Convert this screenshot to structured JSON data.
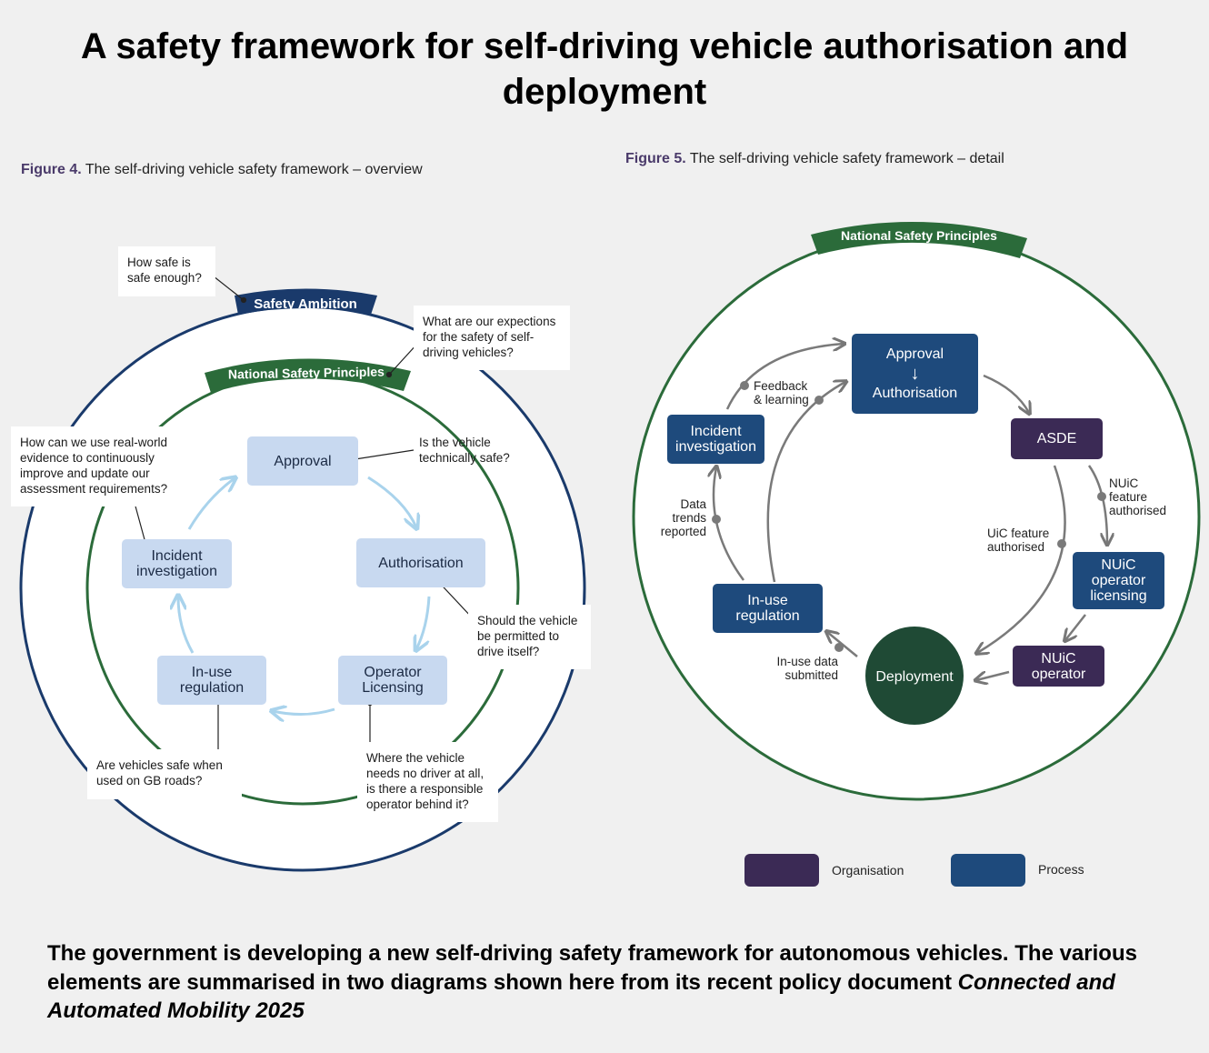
{
  "title": "A safety framework for self-driving vehicle authorisation and deployment",
  "figure4": {
    "caption_num": "Figure 4.",
    "caption_text": " The self-driving vehicle safety framework – overview",
    "ambition_label": "Safety Ambition",
    "principles_label": "National Safety Principles",
    "boxes": {
      "approval": "Approval",
      "authorisation": "Authorisation",
      "operator": "Operator\nLicensing",
      "inuse": "In-use\nregulation",
      "incident": "Incident\ninvestigation"
    },
    "notes": {
      "how_safe": "How safe is\nsafe enough?",
      "expectations": "What are our expections\nfor the safety of self-\ndriving vehicles?",
      "real_world": "How can we use real-world\nevidence to continuously\nimprove and update our\nassessment requirements?",
      "technically": "Is the vehicle\ntechnically safe?",
      "permitted": "Should the vehicle\nbe permitted to\ndrive itself?",
      "responsible": "Where the vehicle\nneeds no driver at all,\nis there a responsible\noperator behind it?",
      "gb_roads": "Are vehicles safe when\nused on GB roads?"
    }
  },
  "figure5": {
    "caption_num": "Figure 5.",
    "caption_text": " The self-driving vehicle safety framework – detail",
    "principles_label": "National Safety Principles",
    "approval": "Approval",
    "approval_arrow": "↓",
    "authorisation": "Authorisation",
    "asde": "ASDE",
    "nuic_licensing": "NUiC\noperator\nlicensing",
    "nuic_operator": "NUiC\noperator",
    "deployment": "Deployment",
    "inuse": "In-use\nregulation",
    "incident": "Incident\ninvestigation",
    "labels": {
      "feedback": "Feedback\n& learning",
      "nuic_feature": "NUiC\nfeature\nauthorised",
      "uic_feature": "UiC feature\nauthorised",
      "data_trends": "Data\ntrends\nreported",
      "inuse_data": "In-use data\nsubmitted"
    },
    "legend": [
      {
        "label": "Organisation",
        "color": "#3b2a55"
      },
      {
        "label": "Process",
        "color": "#1e4a7c"
      }
    ]
  },
  "footer": {
    "text": "The government is developing a new self-driving safety framework for autonomous vehicles. The various elements are summarised in two diagrams shown here from its recent policy document ",
    "italic": "Connected and Automated Mobility 2025"
  },
  "colors": {
    "navy": "#1a3a6b",
    "green": "#2b6b3a",
    "light_arrow": "#a9d3ec",
    "deployment": "#1f4a35"
  }
}
